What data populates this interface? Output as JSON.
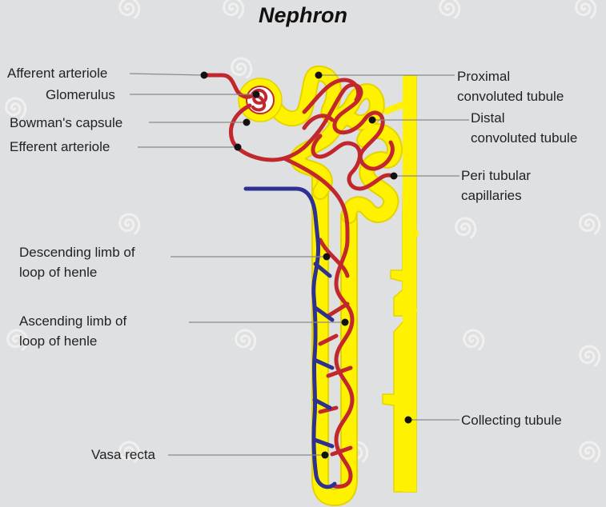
{
  "title": "Nephron",
  "labels": {
    "afferent_arteriole": "Afferent arteriole",
    "glomerulus": "Glomerulus",
    "bowmans_capsule": "Bowman's capsule",
    "efferent_arteriole": "Efferent arteriole",
    "proximal_tubule": [
      "Proximal",
      "convoluted tubule"
    ],
    "distal_tubule": [
      "Distal",
      "convoluted tubule"
    ],
    "peritubular_capillaries": [
      "Peri tubular",
      "capillaries"
    ],
    "descending_limb": [
      "Descending limb of",
      "loop of henle"
    ],
    "ascending_limb": [
      "Ascending limb of",
      "loop of henle"
    ],
    "collecting_tubule": "Collecting tubule",
    "vasa_recta": "Vasa recta"
  },
  "colors": {
    "background": "#dfe0e2",
    "tubule": "#fff200",
    "tubule_outline": "#e3d400",
    "blood_red": "#c1272d",
    "blood_blue": "#2e3192",
    "leader": "#8a8a8a",
    "dot": "#111111"
  },
  "watermark_icon": "spiral-icon"
}
